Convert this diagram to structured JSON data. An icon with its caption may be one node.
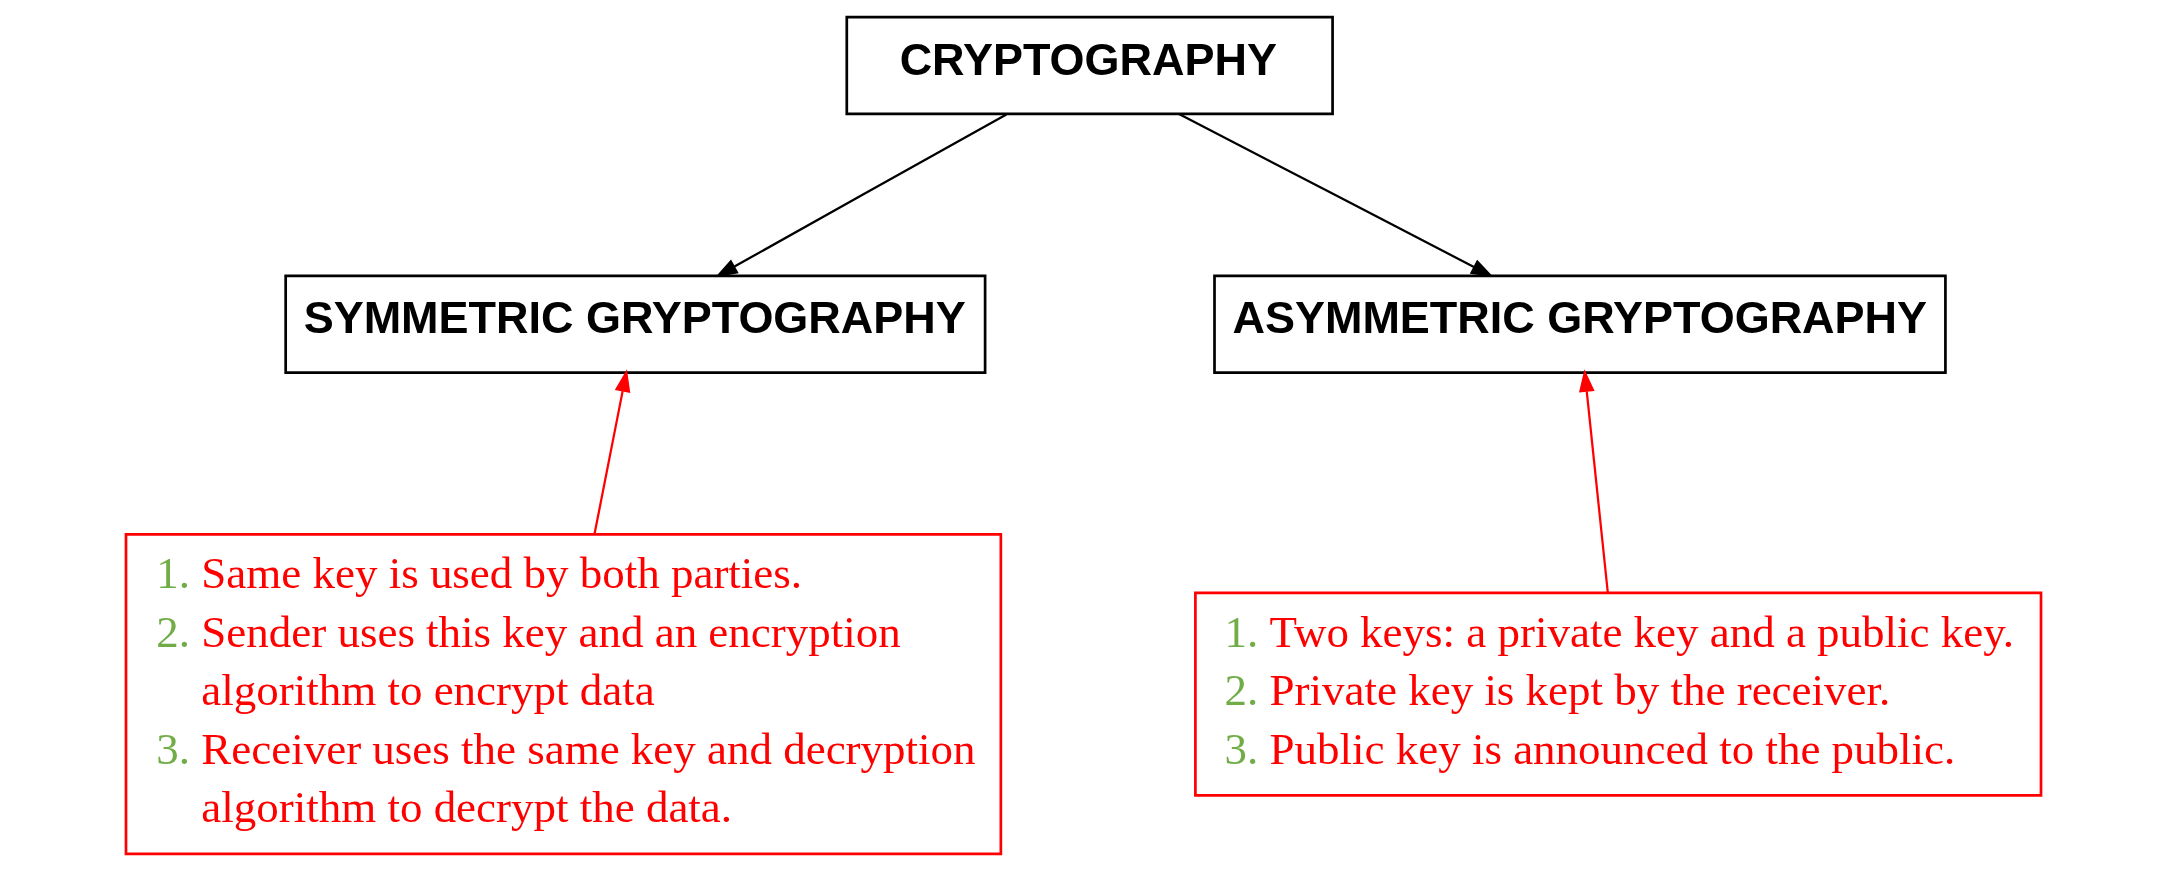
{
  "diagram": {
    "nodes": [
      {
        "text": [
          "CRYPTOGRAPHY"
        ]
      },
      {
        "text": [
          "SYMMETRIC GRYPTOGRAPHY"
        ]
      },
      {
        "text": [
          "ASYMMETRIC GRYPTOGRAPHY"
        ]
      },
      {
        "text": [
          "1. Same key is used by both parties.",
          "2. Sender uses this key and an encryption algorithm to encrypt data",
          "3. Receiver uses the same key and decryption algorithm to decrypt the data."
        ]
      },
      {
        "text": [
          "1. Two keys: a private key and a public key.",
          "2. Private key is kept by the receiver.",
          "3. Public key is announced to the public."
        ]
      }
    ],
    "edges": [
      {
        "from": 0,
        "to": 1,
        "arrow": "to"
      },
      {
        "from": 0,
        "to": 2,
        "arrow": "to"
      },
      {
        "from": 3,
        "to": 1,
        "arrow": "to",
        "color": "#ff0000"
      },
      {
        "from": 4,
        "to": 2,
        "arrow": "to",
        "color": "#ff0000"
      }
    ]
  }
}
